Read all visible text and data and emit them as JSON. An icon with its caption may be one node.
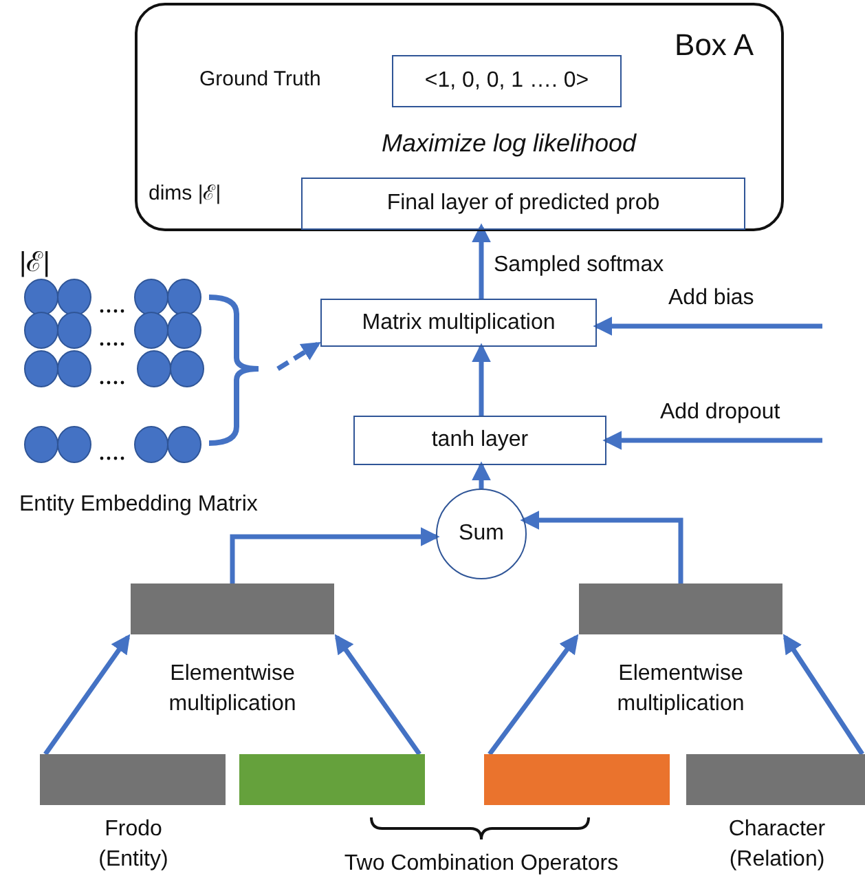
{
  "diagram": {
    "nodes": [
      {
        "text": [
          "Box A",
          "Ground Truth",
          "Maximize log likelihood",
          "dims |ℰ|"
        ]
      },
      {
        "text": [
          "<1, 0, 0, 1 …. 0>"
        ],
        "in": 0
      },
      {
        "text": [
          "Final layer of predicted prob"
        ],
        "in": 0
      },
      {
        "text": [
          "Matrix multiplication"
        ]
      },
      {
        "text": [
          "tanh layer"
        ]
      },
      {
        "text": [
          "Sum"
        ]
      },
      {
        "text": [],
        "shape": "bar",
        "beside": [
          "Elementwise multiplication"
        ]
      },
      {
        "text": [],
        "shape": "bar",
        "beside": [
          "Elementwise multiplication"
        ]
      },
      {
        "text": [],
        "shape": "bar",
        "beside": [
          "Frodo (Entity)"
        ]
      },
      {
        "text": [],
        "shape": "bar"
      },
      {
        "text": [],
        "shape": "bar"
      },
      {
        "text": [],
        "shape": "bar",
        "beside": [
          "Character (Relation)"
        ]
      },
      {
        "text": [],
        "shape": "picture",
        "beside": [
          "|ℰ|",
          "Entity Embedding Matrix"
        ]
      }
    ],
    "edges": [
      {
        "from": 3,
        "to": 2,
        "arrow": "to",
        "label": "Sampled softmax"
      },
      {
        "from": null,
        "to": 3,
        "arrow": "to",
        "label": "Add bias"
      },
      {
        "from": 4,
        "to": 3,
        "arrow": "to"
      },
      {
        "from": null,
        "to": 4,
        "arrow": "to",
        "label": "Add dropout"
      },
      {
        "from": 5,
        "to": 4,
        "arrow": "to"
      },
      {
        "from": 6,
        "to": 5,
        "arrow": "to"
      },
      {
        "from": 7,
        "to": 5,
        "arrow": "to"
      },
      {
        "from": 8,
        "to": 6,
        "arrow": "to"
      },
      {
        "from": 9,
        "to": 6,
        "arrow": "to"
      },
      {
        "from": 10,
        "to": 7,
        "arrow": "to"
      },
      {
        "from": 11,
        "to": 7,
        "arrow": "to"
      },
      {
        "from": 12,
        "to": 3,
        "arrow": "to",
        "style": "dashed"
      }
    ],
    "labels": [
      "Two Combination Operators"
    ]
  }
}
